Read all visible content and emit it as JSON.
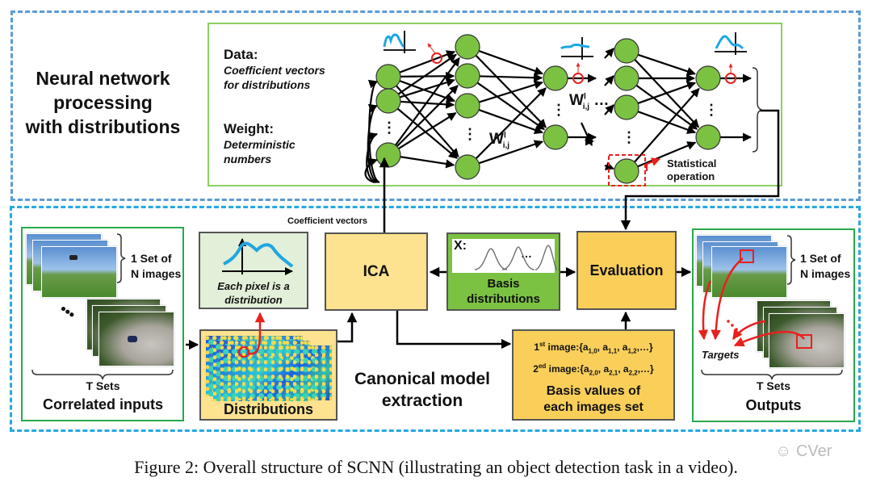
{
  "top_panel": {
    "title_lines": [
      "Neural network",
      "processing",
      "with distributions"
    ],
    "data_label": "Data:",
    "data_desc_lines": [
      "Coefficient vectors",
      "for distributions"
    ],
    "weight_label": "Weight:",
    "weight_desc_lines": [
      "Deterministic",
      "numbers"
    ],
    "weight_symbol": "W",
    "weight_sup": "l",
    "weight_sub": "i,j",
    "ellipsis": "…",
    "vdots": "⋮",
    "stat_op_lines": [
      "Statistical",
      "operation"
    ]
  },
  "bottom_panel": {
    "coef_vectors_label": "Coefficient vectors",
    "inputs": {
      "set_label_lines": [
        "1 Set of",
        "N images"
      ],
      "t_sets": "T Sets",
      "title": "Correlated inputs"
    },
    "pixel_box": {
      "lines": [
        "Each pixel is a",
        "distribution"
      ]
    },
    "distributions": {
      "label": "Distributions"
    },
    "ica": {
      "label": "ICA"
    },
    "basis": {
      "x_label": "X:",
      "dots": "…",
      "lines": [
        "Basis",
        "distributions"
      ]
    },
    "evaluation": {
      "label": "Evaluation"
    },
    "canonical": {
      "lines": [
        "Canonical model",
        "extraction"
      ]
    },
    "basis_values": {
      "row1_prefix": "1",
      "row1_sup": "st",
      "row1_text": " image:{a",
      "row1_terms": [
        "1,0",
        "1,1",
        "1,2"
      ],
      "row2_prefix": "2",
      "row2_sup": "ed",
      "row2_text": " image:{a",
      "row2_terms": [
        "2,0",
        "2,1",
        "2,2"
      ],
      "ellipsis": "...",
      "title_lines": [
        "Basis values of",
        "each images set"
      ]
    },
    "outputs": {
      "set_label_lines": [
        "1 Set of",
        "N images"
      ],
      "targets": "Targets",
      "t_sets": "T Sets",
      "title": "Outputs"
    }
  },
  "caption": "Figure 2: Overall structure of SCNN (illustrating an object detection task in a video).",
  "watermark": "CVer",
  "colors": {
    "node_fill": "#7cc242",
    "highlight_red": "#e8201e",
    "curve_blue": "#1ea7e1",
    "outer_dash_top": "#5b9bd5",
    "outer_dash_bottom": "#29a8e0"
  }
}
